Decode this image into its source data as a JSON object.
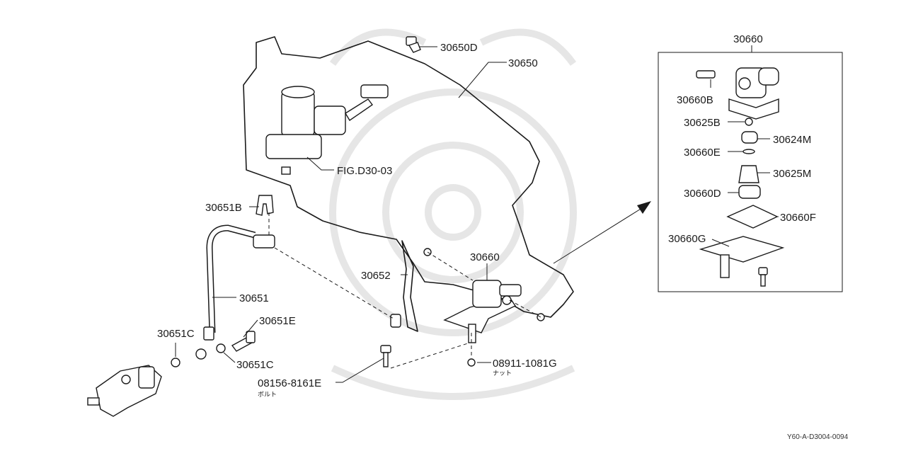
{
  "labels": {
    "p30650D": "30650D",
    "p30650": "30650",
    "figref": "FIG.D30-03",
    "p30651B": "30651B",
    "p30651": "30651",
    "p30651E": "30651E",
    "p30651C_left": "30651C",
    "p30651C_right": "30651C",
    "p30652": "30652",
    "p30660_main": "30660",
    "p08911": "08911-1081G",
    "p08911_note": "ナット",
    "p08156": "08156-8161E",
    "p08156_note": "ボルト",
    "p30660_detail": "30660",
    "p30660B": "30660B",
    "p30625B": "30625B",
    "p30624M": "30624M",
    "p30660E": "30660E",
    "p30625M": "30625M",
    "p30660D": "30660D",
    "p30660F": "30660F",
    "p30660G": "30660G"
  },
  "diagram_code": "Y60-A-D3004-0094"
}
